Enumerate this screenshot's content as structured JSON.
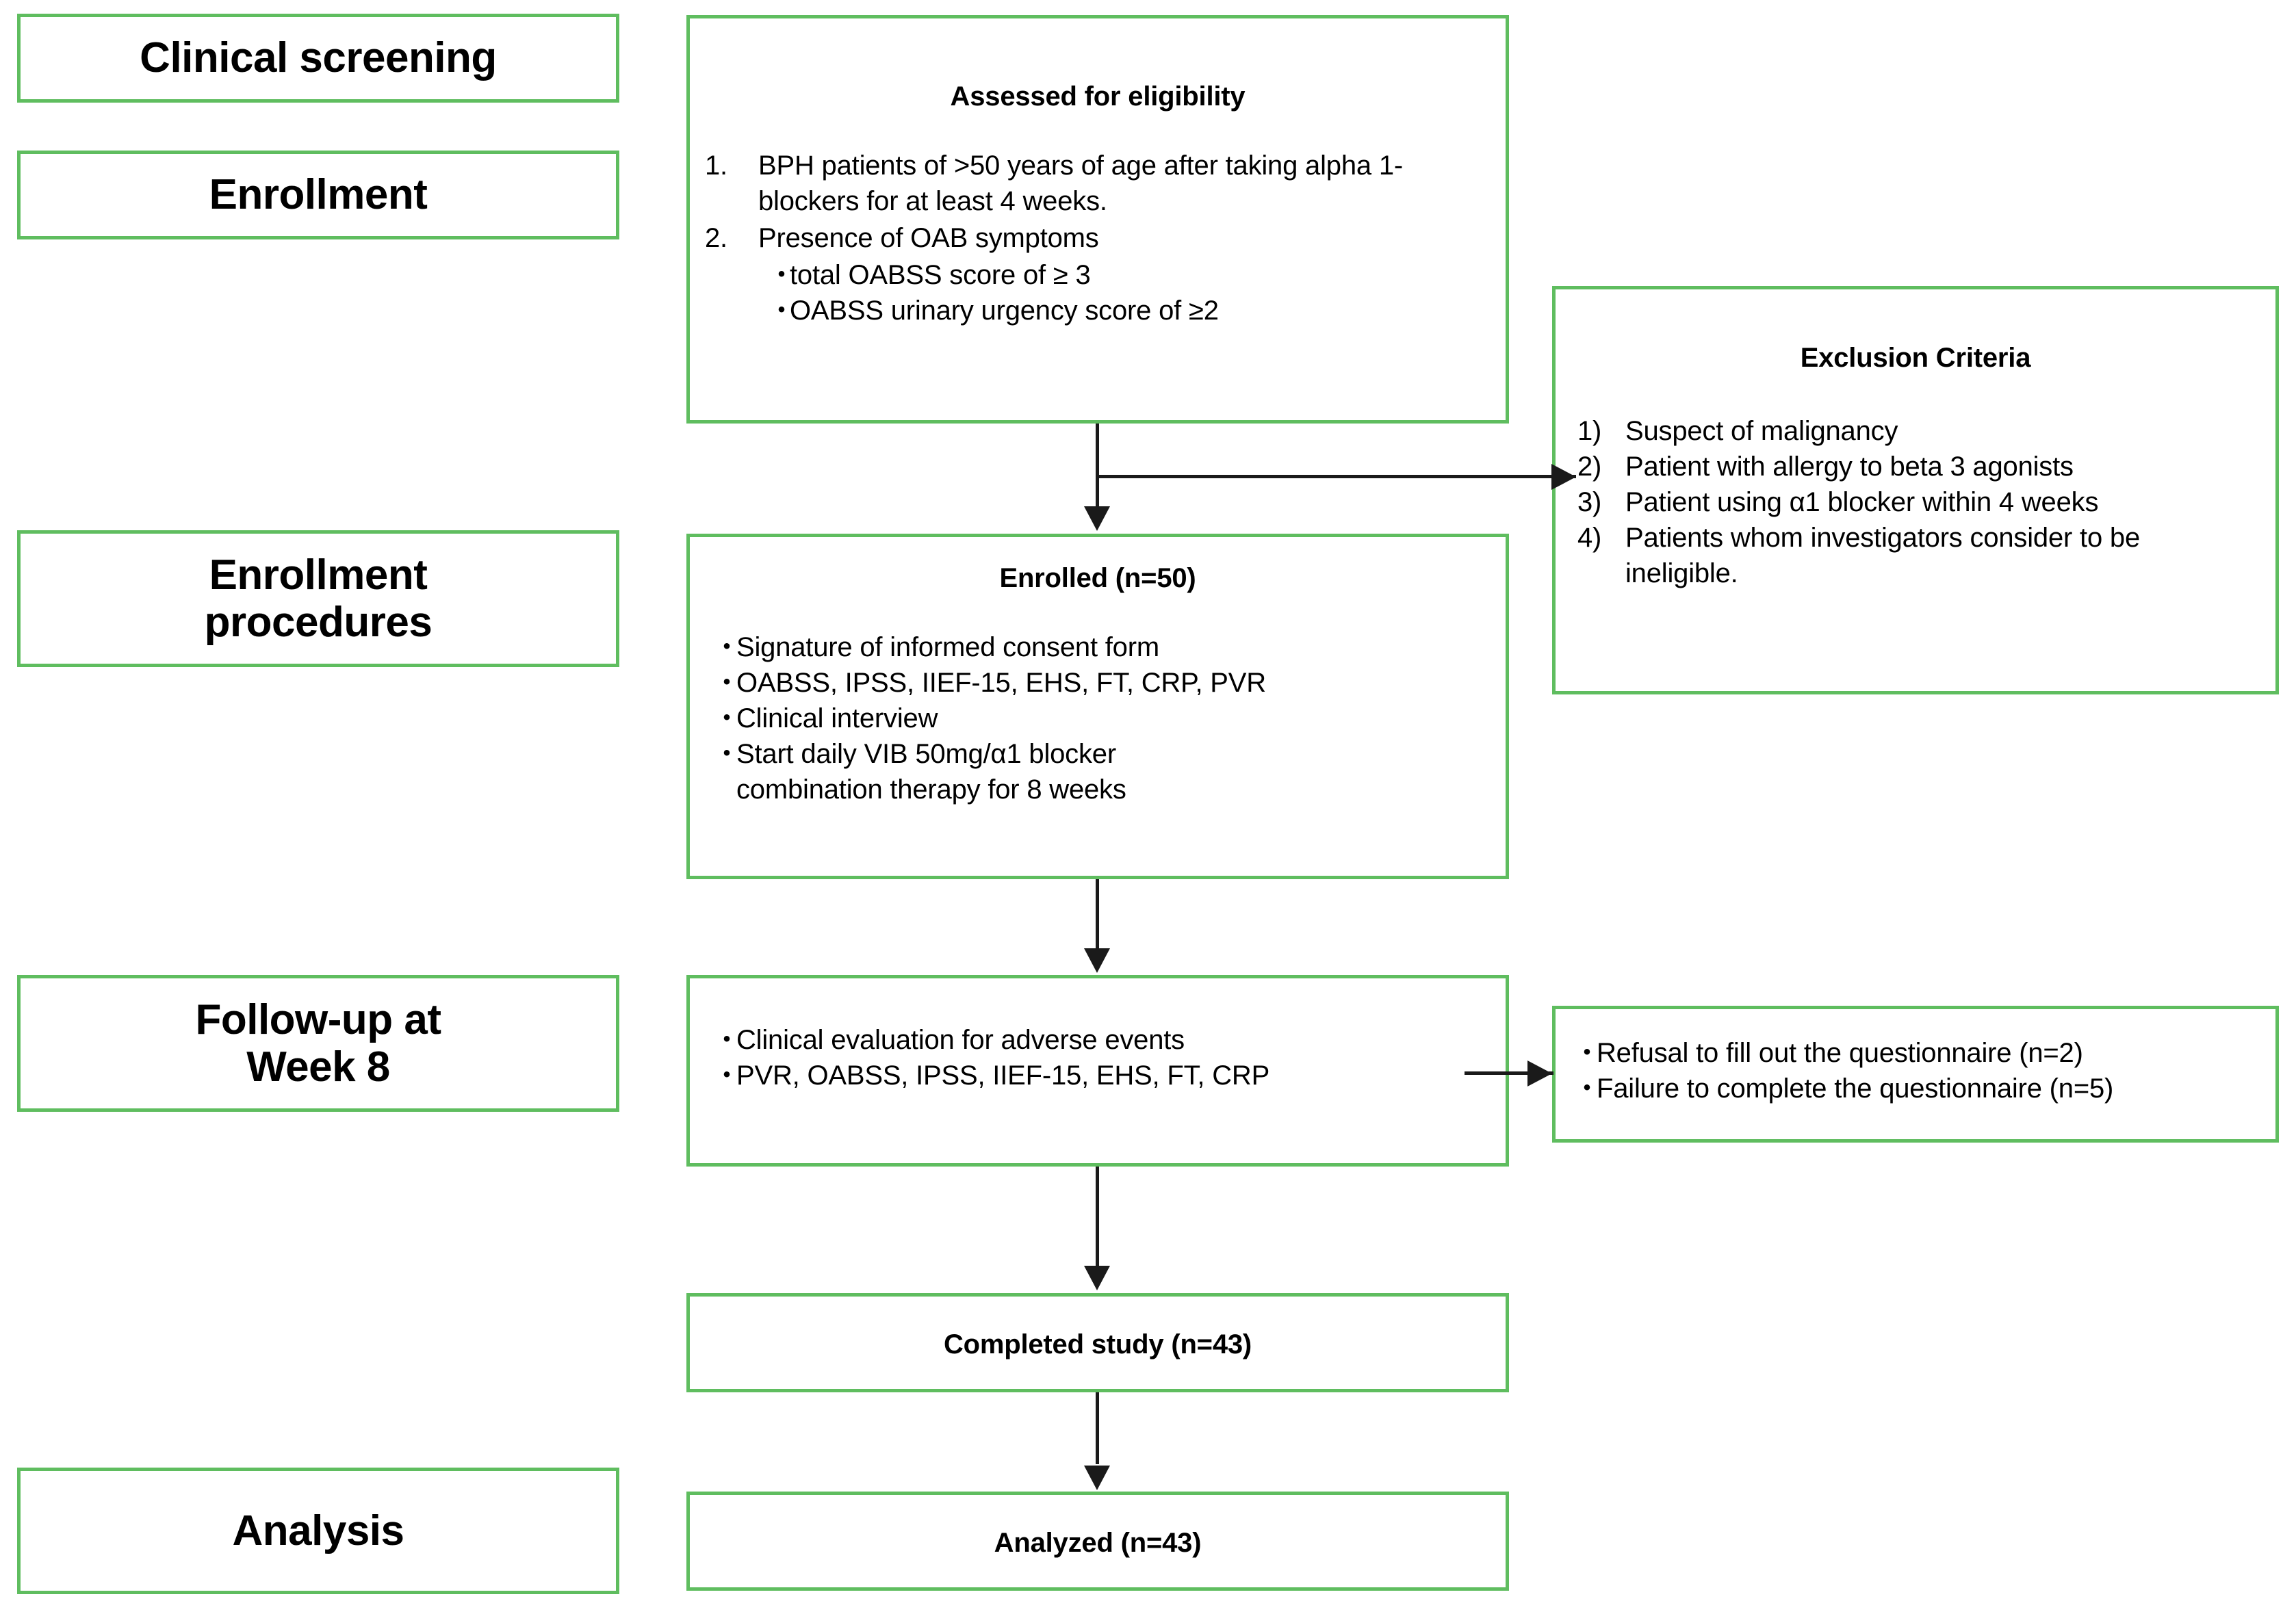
{
  "figure": {
    "type": "clinical-trial-flow-diagram",
    "accent_color": "#5fbd5f",
    "line_color": "#1a1a1a",
    "background": "#ffffff"
  },
  "stages": [
    {
      "id": "clinical-screening",
      "label": "Clinical screening"
    },
    {
      "id": "enrollment",
      "label": "Enrollment"
    },
    {
      "id": "enrollment-procedures",
      "label": "Enrollment\nprocedures"
    },
    {
      "id": "follow-up-week-8",
      "label": "Follow-up at\nWeek 8"
    },
    {
      "id": "analysis",
      "label": "Analysis"
    }
  ],
  "eligibility": {
    "title": "Assessed for eligibility",
    "items": [
      {
        "marker": "1.",
        "text": "BPH patients of >50 years of age after taking alpha 1-blockers for at least 4 weeks."
      },
      {
        "marker": "2.",
        "text": "Presence of OAB symptoms"
      }
    ],
    "subitems": [
      {
        "marker": "・",
        "text": "total OABSS score of ≥ 3"
      },
      {
        "marker": "・",
        "text": "OABSS urinary urgency score of ≥2"
      }
    ]
  },
  "exclusion": {
    "title": "Exclusion Criteria",
    "items": [
      {
        "marker": "1)",
        "text": "Suspect of malignancy"
      },
      {
        "marker": "2)",
        "text": "Patient with allergy to beta 3 agonists"
      },
      {
        "marker": "3)",
        "text": "Patient using α1 blocker within 4 weeks"
      },
      {
        "marker": "4)",
        "text": "Patients whom investigators consider to be ineligible."
      }
    ]
  },
  "enrolled": {
    "title": "Enrolled (n=50)",
    "items": [
      {
        "marker": "・",
        "text": "Signature of informed consent form"
      },
      {
        "marker": "・",
        "text": "OABSS, IPSS, IIEF-15, EHS, FT, CRP, PVR"
      },
      {
        "marker": "・",
        "text": "Clinical interview"
      },
      {
        "marker": "・",
        "text": "Start daily VIB 50mg/α1 blocker\ncombination therapy for 8 weeks"
      }
    ]
  },
  "followup": {
    "items": [
      {
        "marker": "・",
        "text": "Clinical evaluation for adverse events"
      },
      {
        "marker": "・",
        "text": "PVR, OABSS, IPSS, IIEF-15, EHS, FT, CRP"
      }
    ]
  },
  "dropout": {
    "items": [
      {
        "marker": "・",
        "text": "Refusal to fill out the questionnaire (n=2)"
      },
      {
        "marker": "・",
        "text": "Failure to complete the questionnaire (n=5)"
      }
    ]
  },
  "completed": {
    "title": "Completed study (n=43)"
  },
  "analyzed": {
    "title": "Analyzed (n=43)"
  }
}
